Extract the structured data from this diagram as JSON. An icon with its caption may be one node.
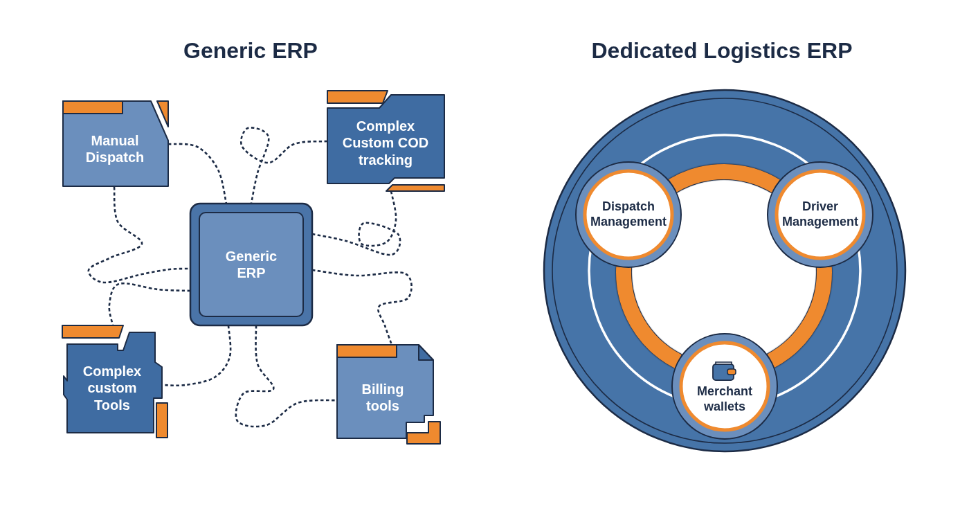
{
  "diagram": {
    "nodes": [
      {
        "text": [
          "Manual Dispatch"
        ]
      },
      {
        "text": [
          "Complex Custom COD tracking"
        ]
      },
      {
        "text": [
          "Generic ERP"
        ]
      },
      {
        "text": [
          "Complex custom Tools"
        ]
      },
      {
        "text": [
          "Billing tools"
        ]
      },
      {
        "text": [],
        "shape": "circle"
      },
      {
        "text": [
          "Dispatch Management"
        ],
        "in": 5
      },
      {
        "text": [
          "Driver Management"
        ],
        "in": 5
      },
      {
        "text": [
          "Merchant wallets"
        ],
        "in": 5
      }
    ],
    "edges": [
      {
        "from": 0,
        "to": 2,
        "arrow": "none",
        "style": "dashed"
      },
      {
        "from": 0,
        "to": 2,
        "arrow": "none",
        "style": "dashed"
      },
      {
        "from": 1,
        "to": 2,
        "arrow": "none",
        "style": "dashed"
      },
      {
        "from": 1,
        "to": 2,
        "arrow": "none",
        "style": "dashed"
      },
      {
        "from": 2,
        "to": 3,
        "arrow": "none",
        "style": "dashed"
      },
      {
        "from": 2,
        "to": 3,
        "arrow": "none",
        "style": "dashed"
      },
      {
        "from": 2,
        "to": 4,
        "arrow": "none",
        "style": "dashed"
      },
      {
        "from": 2,
        "to": 4,
        "arrow": "none",
        "style": "dashed"
      },
      {
        "from": 6,
        "to": 7,
        "arrow": "none",
        "style": "thick",
        "color": "#ef8a2f"
      },
      {
        "from": 7,
        "to": 8,
        "arrow": "none",
        "style": "thick",
        "color": "#ef8a2f"
      },
      {
        "from": 6,
        "to": 8,
        "arrow": "none",
        "style": "thick",
        "color": "#ef8a2f"
      }
    ],
    "labels": [
      "Generic ERP",
      "Dedicated Logistics ERP"
    ]
  }
}
